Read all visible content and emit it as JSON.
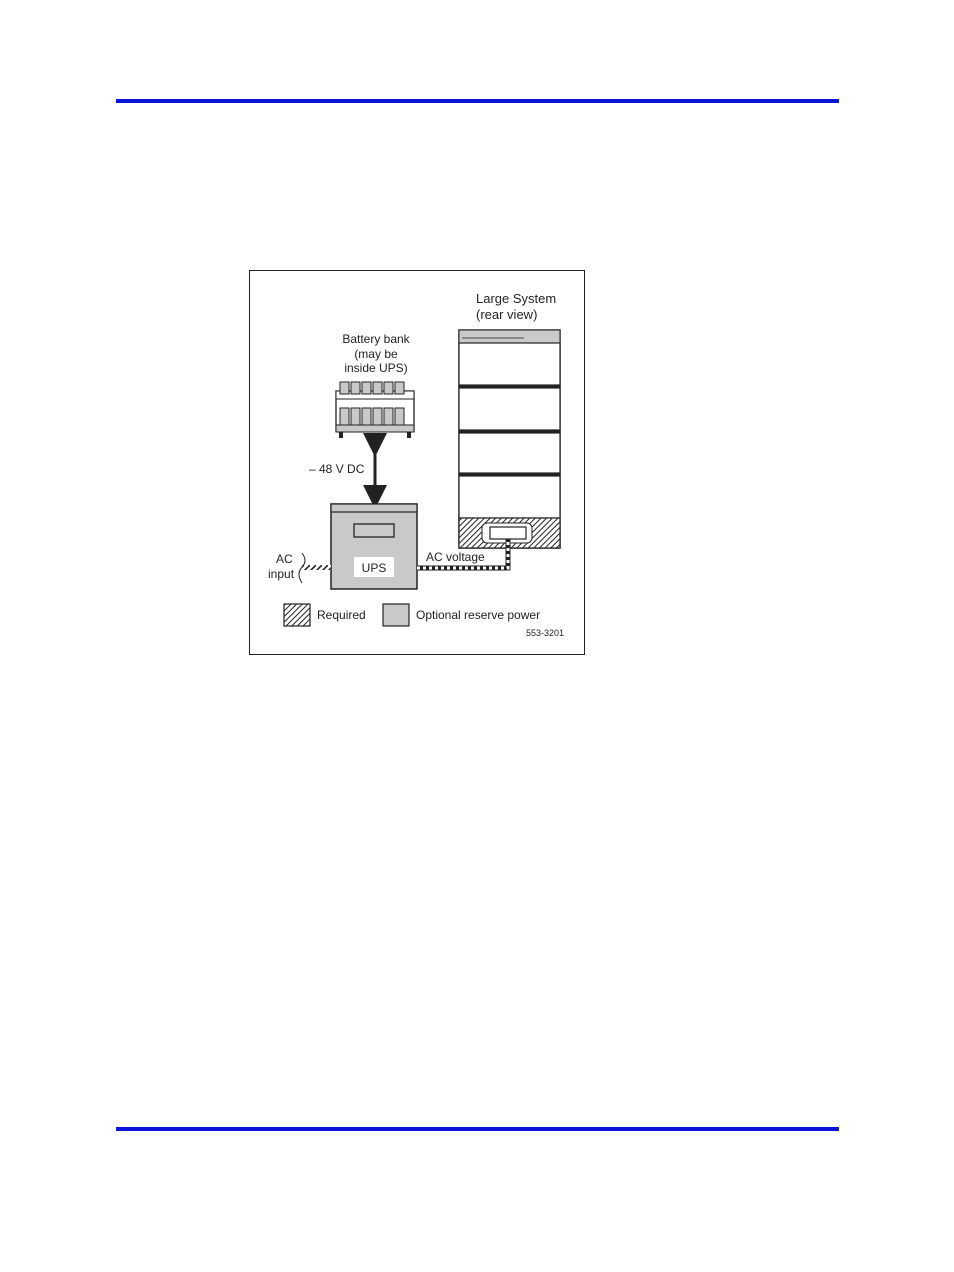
{
  "figure": {
    "labels": {
      "large_system": "Large System",
      "rear_view": "(rear view)",
      "battery_line1": "Battery bank",
      "battery_line2": "(may be",
      "battery_line3": "inside UPS)",
      "dc_voltage": "– 48 V DC",
      "ac_input_line1": "AC",
      "ac_input_line2": "input",
      "ups": "UPS",
      "ac_voltage": "AC voltage",
      "figure_id": "553-3201"
    },
    "legend": {
      "required": "Required",
      "optional": "Optional reserve power"
    },
    "colors": {
      "rule": "#0a14d8",
      "gray_fill": "#c9c9c9",
      "line": "#222222"
    }
  }
}
